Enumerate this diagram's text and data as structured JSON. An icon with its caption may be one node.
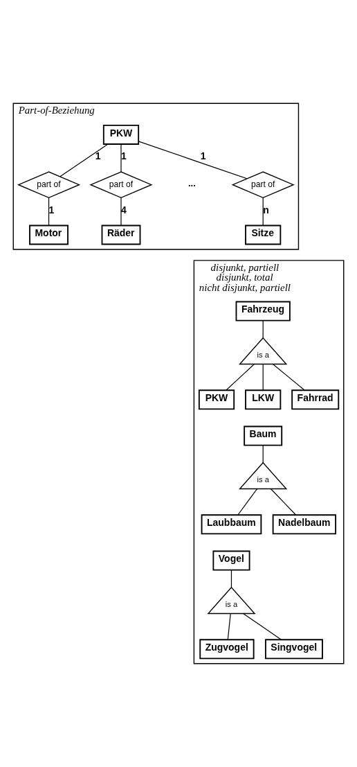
{
  "diagram": {
    "nodes": [
      {
        "text": [
          "Part-of-Beziehung"
        ]
      },
      {
        "text": [
          "PKW"
        ],
        "in": 0
      },
      {
        "text": [
          "part of"
        ],
        "in": 0
      },
      {
        "text": [
          "part of"
        ],
        "in": 0
      },
      {
        "text": [
          "part of"
        ],
        "in": 0
      },
      {
        "text": [
          "Motor"
        ],
        "in": 0
      },
      {
        "text": [
          "Räder"
        ],
        "in": 0
      },
      {
        "text": [
          "Sitze"
        ],
        "in": 0
      },
      {
        "text": [
          "disjunkt, partiell",
          "disjunkt, total",
          "nicht disjunkt, partiell"
        ]
      },
      {
        "text": [
          "Fahrzeug"
        ],
        "in": 8
      },
      {
        "text": [
          "is a"
        ],
        "in": 8
      },
      {
        "text": [
          "PKW"
        ],
        "in": 8
      },
      {
        "text": [
          "LKW"
        ],
        "in": 8
      },
      {
        "text": [
          "Fahrrad"
        ],
        "in": 8
      },
      {
        "text": [
          "Baum"
        ],
        "in": 8
      },
      {
        "text": [
          "is a"
        ],
        "in": 8
      },
      {
        "text": [
          "Laubbaum"
        ],
        "in": 8
      },
      {
        "text": [
          "Nadelbaum"
        ],
        "in": 8
      },
      {
        "text": [
          "Vogel"
        ],
        "in": 8
      },
      {
        "text": [
          "is a"
        ],
        "in": 8
      },
      {
        "text": [
          "Zugvogel"
        ],
        "in": 8
      },
      {
        "text": [
          "Singvogel"
        ],
        "in": 8
      }
    ],
    "edges": [
      {
        "from": 1,
        "to": 2,
        "arrow": "none",
        "label": "1"
      },
      {
        "from": 1,
        "to": 3,
        "arrow": "none",
        "label": "1"
      },
      {
        "from": 1,
        "to": 4,
        "arrow": "none",
        "label": "1"
      },
      {
        "from": 2,
        "to": 5,
        "arrow": "none",
        "label": "1"
      },
      {
        "from": 3,
        "to": 6,
        "arrow": "none",
        "label": "4"
      },
      {
        "from": 4,
        "to": 7,
        "arrow": "none",
        "label": "n"
      },
      {
        "from": 9,
        "to": 10,
        "arrow": "none"
      },
      {
        "from": 10,
        "to": 11,
        "arrow": "none"
      },
      {
        "from": 10,
        "to": 12,
        "arrow": "none"
      },
      {
        "from": 10,
        "to": 13,
        "arrow": "none"
      },
      {
        "from": 14,
        "to": 15,
        "arrow": "none"
      },
      {
        "from": 15,
        "to": 16,
        "arrow": "none"
      },
      {
        "from": 15,
        "to": 17,
        "arrow": "none"
      },
      {
        "from": 18,
        "to": 19,
        "arrow": "none"
      },
      {
        "from": 19,
        "to": 20,
        "arrow": "none"
      },
      {
        "from": 19,
        "to": 21,
        "arrow": "none"
      }
    ],
    "labels": [
      "..."
    ]
  }
}
